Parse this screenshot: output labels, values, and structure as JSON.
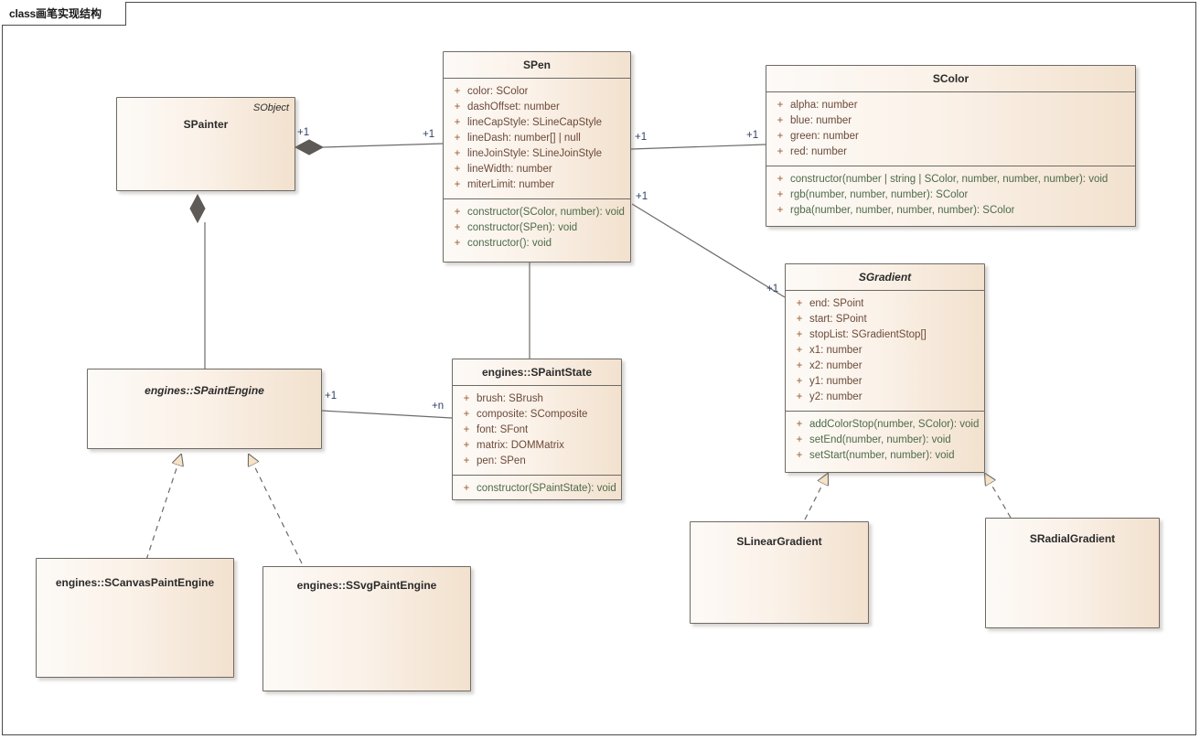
{
  "diagram": {
    "frame_tab_keyword": "class",
    "frame_tab_title": "画笔实现结构",
    "accent_border": "#6e6a66",
    "fill_left": "#fdfaf7",
    "fill_right": "#f2e1ce",
    "visibility_public": "+"
  },
  "classes": {
    "spainter": {
      "name": "SPainter",
      "stereotype": "SObject"
    },
    "spen": {
      "name": "SPen",
      "attributes": [
        "color: SColor",
        "dashOffset: number",
        "lineCapStyle: SLineCapStyle",
        "lineDash: number[] | null",
        "lineJoinStyle: SLineJoinStyle",
        "lineWidth: number",
        "miterLimit: number"
      ],
      "operations": [
        "constructor(SColor, number): void",
        "constructor(SPen): void",
        "constructor(): void"
      ]
    },
    "scolor": {
      "name": "SColor",
      "attributes": [
        "alpha: number",
        "blue: number",
        "green: number",
        "red: number"
      ],
      "operations": [
        "constructor(number | string | SColor, number, number, number): void",
        "rgb(number, number, number): SColor",
        "rgba(number, number, number, number): SColor"
      ]
    },
    "sgradient": {
      "name": "SGradient",
      "attributes": [
        "end: SPoint",
        "start: SPoint",
        "stopList: SGradientStop[]",
        "x1: number",
        "x2: number",
        "y1: number",
        "y2: number"
      ],
      "operations": [
        "addColorStop(number, SColor): void",
        "setEnd(number, number): void",
        "setStart(number, number): void"
      ]
    },
    "spaintengine": {
      "name": "engines::SPaintEngine"
    },
    "spaintstate": {
      "name": "engines::SPaintState",
      "attributes": [
        "brush: SBrush",
        "composite: SComposite",
        "font: SFont",
        "matrix: DOMMatrix",
        "pen: SPen"
      ],
      "operations": [
        "constructor(SPaintState): void"
      ]
    },
    "scanvaspaintengine": {
      "name": "engines::SCanvasPaintEngine"
    },
    "ssvgpaintengine": {
      "name": "engines::SSvgPaintEngine"
    },
    "slineargradient": {
      "name": "SLinearGradient"
    },
    "sradialgradient": {
      "name": "SRadialGradient"
    }
  },
  "multiplicities": {
    "painter_to_pen_source": "+1",
    "painter_to_pen_target": "+1",
    "pen_to_color_source": "+1",
    "pen_to_color_target": "+1",
    "pen_to_gradient_source": "+1",
    "pen_to_gradient_target": "+1",
    "engine_to_state_source": "+1",
    "engine_to_state_target": "+n"
  }
}
